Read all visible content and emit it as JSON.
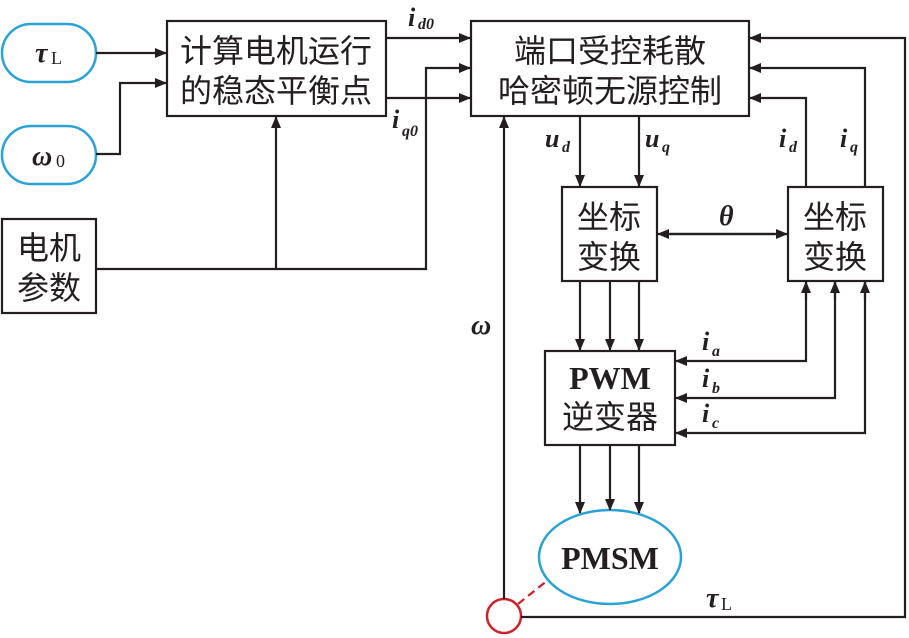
{
  "diagram": {
    "inputs": {
      "tau_l": {
        "symbol": "τ",
        "subscript": "L"
      },
      "omega0": {
        "symbol": "ω",
        "subscript": "0"
      },
      "motor_params": {
        "line1": "电机",
        "line2": "参数"
      }
    },
    "blocks": {
      "equilibrium": {
        "line1": "计算电机运行",
        "line2": "的稳态平衡点"
      },
      "controller": {
        "line1": "端口受控耗散",
        "line2": "哈密顿无源控制"
      },
      "transform_left": {
        "line1": "坐标",
        "line2": "变换"
      },
      "transform_right": {
        "line1": "坐标",
        "line2": "变换"
      },
      "inverter": {
        "line1": "PWM",
        "line2": "逆变器"
      },
      "motor": {
        "label": "PMSM"
      }
    },
    "signals": {
      "id0": {
        "symbol": "i",
        "subscript": "d0"
      },
      "iq0": {
        "symbol": "i",
        "subscript": "q0"
      },
      "ud": {
        "symbol": "u",
        "subscript": "d"
      },
      "uq": {
        "symbol": "u",
        "subscript": "q"
      },
      "id": {
        "symbol": "i",
        "subscript": "d"
      },
      "iq": {
        "symbol": "i",
        "subscript": "q"
      },
      "theta": {
        "symbol": "θ"
      },
      "ia": {
        "symbol": "i",
        "subscript": "a"
      },
      "ib": {
        "symbol": "i",
        "subscript": "b"
      },
      "ic": {
        "symbol": "i",
        "subscript": "c"
      },
      "omega": {
        "symbol": "ω"
      },
      "tau_l_fb": {
        "symbol": "τ",
        "subscript": "L"
      }
    },
    "colors": {
      "input_outline": "#29a3d6",
      "motor_outline": "#29a3d6",
      "sensor": "#d0202a",
      "line": "#231f20"
    }
  }
}
